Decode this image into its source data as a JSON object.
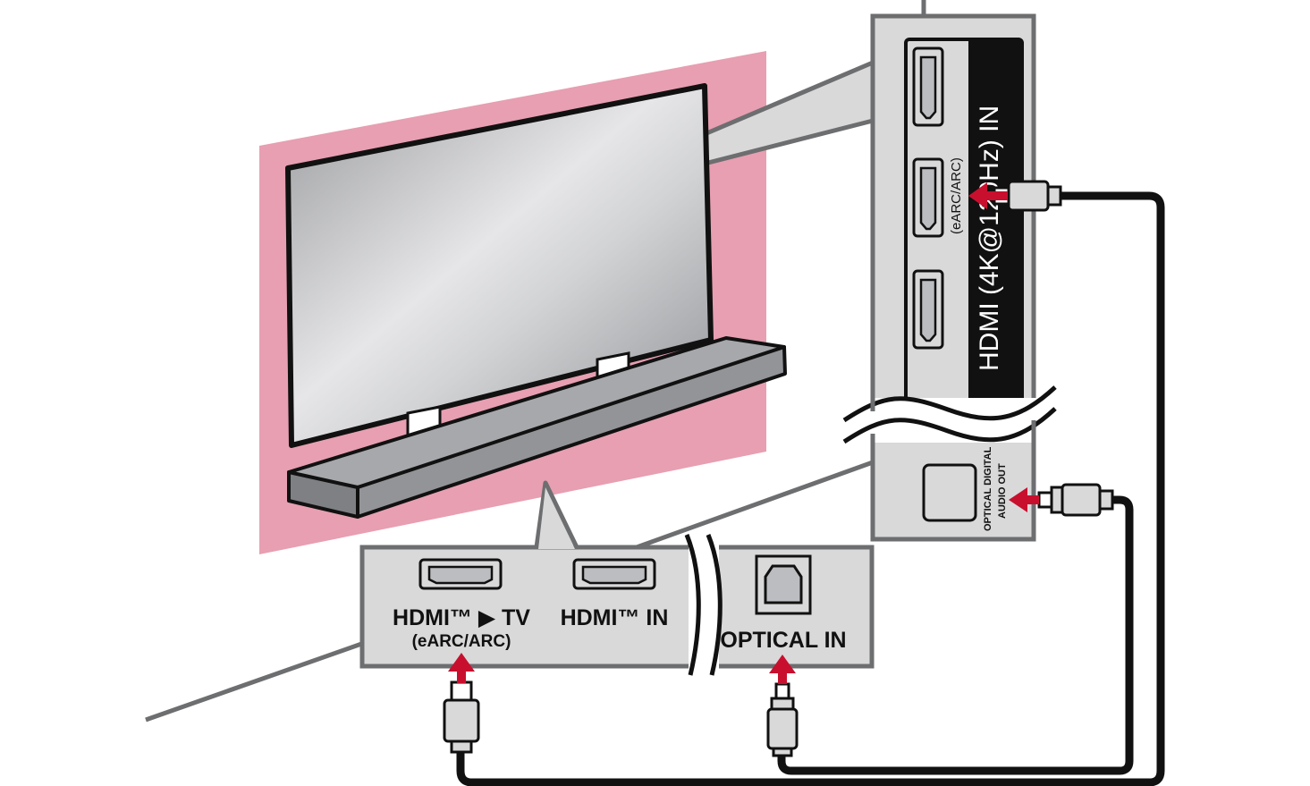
{
  "diagram": {
    "tv_panel": {
      "band_label": "HDMI (4K@120Hz) IN",
      "earc_label": "(eARC/ARC)",
      "optical_label_line1": "OPTICAL DIGITAL",
      "optical_label_line2": "AUDIO OUT"
    },
    "soundbar_panel": {
      "hdmi_tv_label": "HDMI™ ▶ TV",
      "hdmi_tv_sub": "(eARC/ARC)",
      "hdmi_in_label": "HDMI™ IN",
      "optical_in_label": "OPTICAL IN"
    },
    "colors": {
      "wall": "#e79fb1",
      "arrow": "#c8102e",
      "panel": "#d9d9da",
      "outline": "#6d6e70",
      "cable": "#111111"
    }
  }
}
